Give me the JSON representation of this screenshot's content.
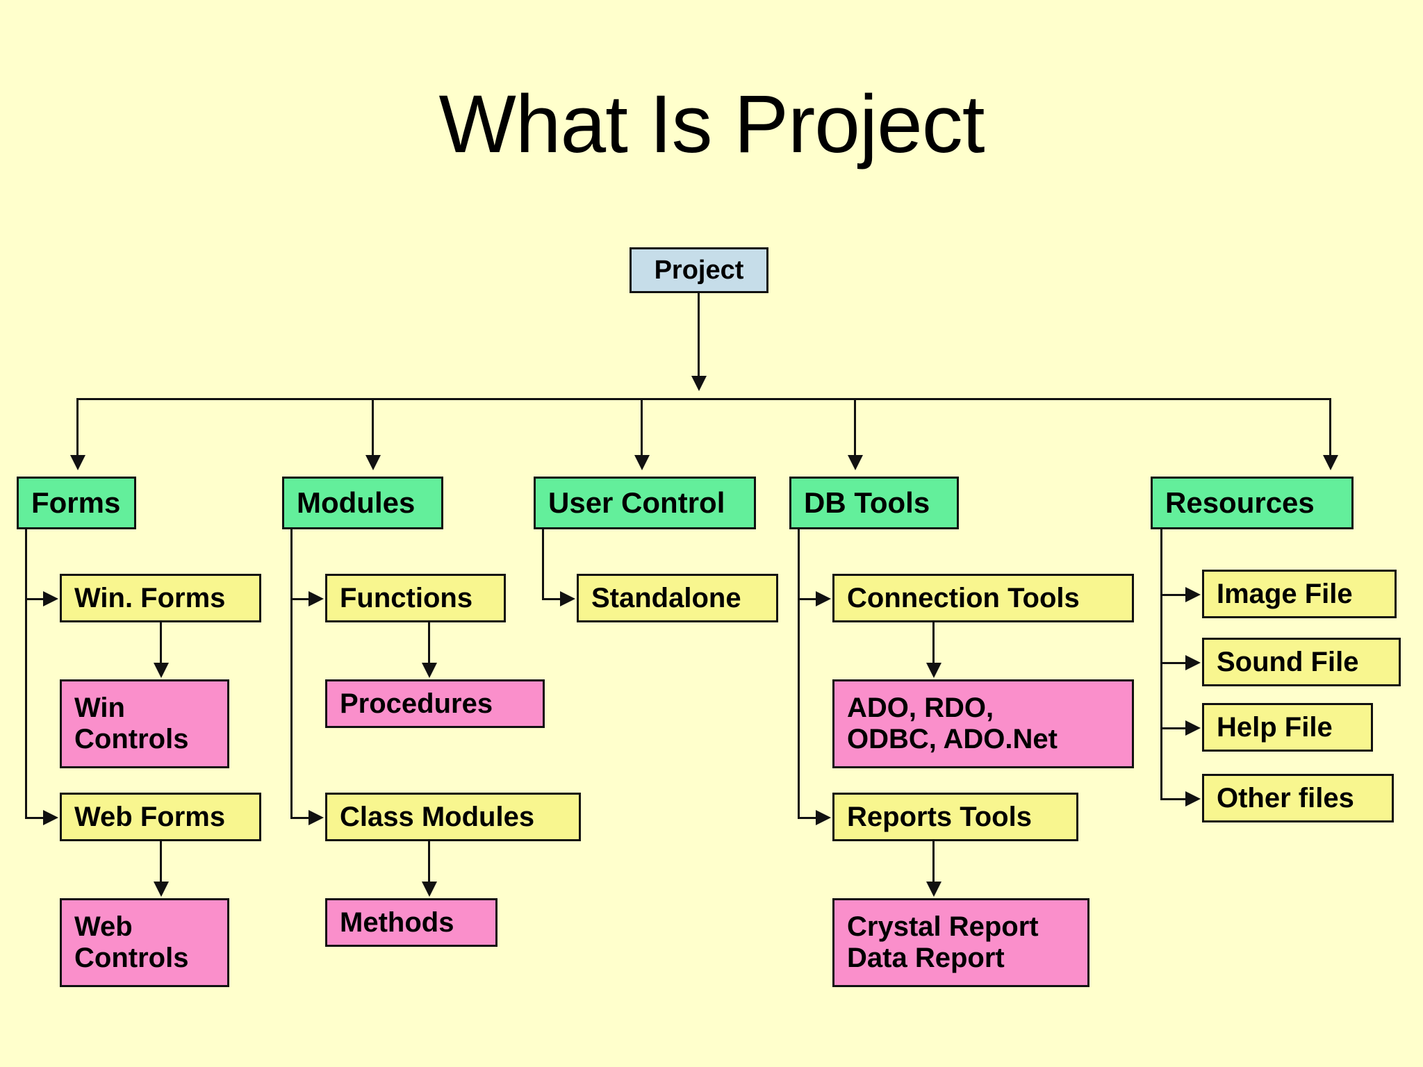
{
  "slide": {
    "title": "What Is Project",
    "background_color": "#ffffcc"
  },
  "palette": {
    "root_box": "#c6dde9",
    "category_box": "#63ef9b",
    "yellow_box": "#f8f68f",
    "pink_box": "#fa8fcb",
    "border": "#111111",
    "text": "#000000"
  },
  "diagram": {
    "type": "tree",
    "root": {
      "label": "Project"
    },
    "categories": [
      {
        "label": "Forms",
        "children": [
          {
            "label": "Win. Forms",
            "kind": "yellow",
            "child": {
              "label": "Win\nControls",
              "kind": "pink"
            }
          },
          {
            "label": "Web Forms",
            "kind": "yellow",
            "child": {
              "label": "Web\nControls",
              "kind": "pink"
            }
          }
        ]
      },
      {
        "label": "Modules",
        "children": [
          {
            "label": "Functions",
            "kind": "yellow",
            "child": {
              "label": "Procedures",
              "kind": "pink"
            }
          },
          {
            "label": "Class Modules",
            "kind": "yellow",
            "child": {
              "label": "Methods",
              "kind": "pink"
            }
          }
        ]
      },
      {
        "label": "User Control",
        "children": [
          {
            "label": "Standalone",
            "kind": "yellow",
            "child": null
          }
        ]
      },
      {
        "label": "DB Tools",
        "children": [
          {
            "label": "Connection Tools",
            "kind": "yellow",
            "child": {
              "label": "ADO, RDO,\nODBC, ADO.Net",
              "kind": "pink"
            }
          },
          {
            "label": "Reports Tools",
            "kind": "yellow",
            "child": {
              "label": "Crystal Report\nData Report",
              "kind": "pink"
            }
          }
        ]
      },
      {
        "label": "Resources",
        "children": [
          {
            "label": "Image File",
            "kind": "yellow",
            "child": null
          },
          {
            "label": "Sound File",
            "kind": "yellow",
            "child": null
          },
          {
            "label": "Help File",
            "kind": "yellow",
            "child": null
          },
          {
            "label": "Other files",
            "kind": "yellow",
            "child": null
          }
        ]
      }
    ]
  }
}
